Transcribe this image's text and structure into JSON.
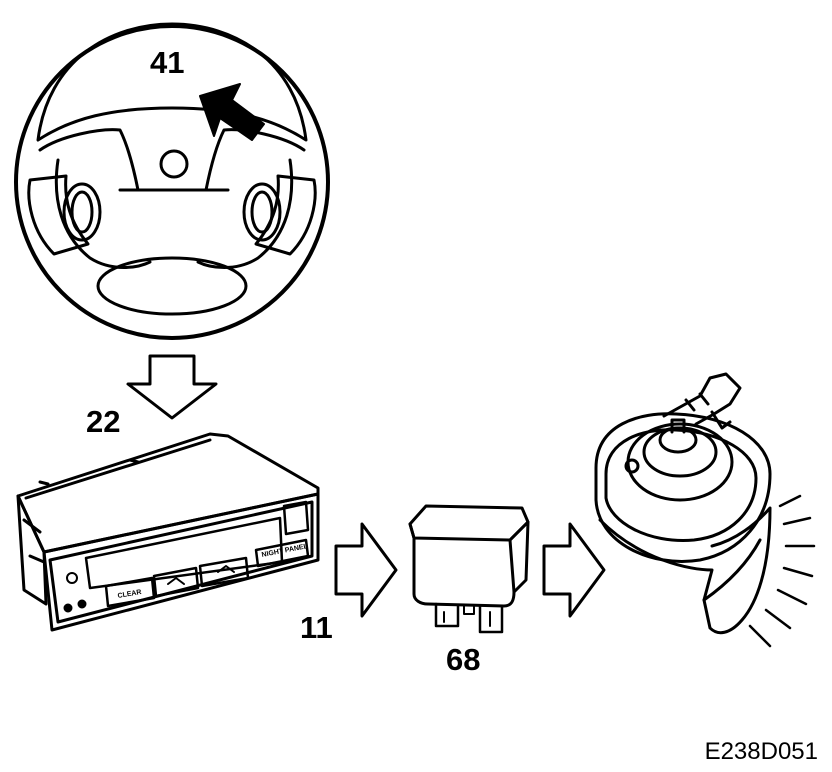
{
  "callouts": {
    "steering_wheel": "41",
    "sid_display": "22",
    "signal": "11",
    "relay": "68"
  },
  "display_buttons": {
    "clear": "CLEAR",
    "night_panel": "NIGHT PANEL"
  },
  "figure_id": "E238D051",
  "colors": {
    "ink": "#000000",
    "paper": "#ffffff"
  },
  "icons": [
    "steering-wheel-icon",
    "arrow-down-icon",
    "arrow-right-icon",
    "relay-icon",
    "horn-icon",
    "sound-waves-icon"
  ]
}
